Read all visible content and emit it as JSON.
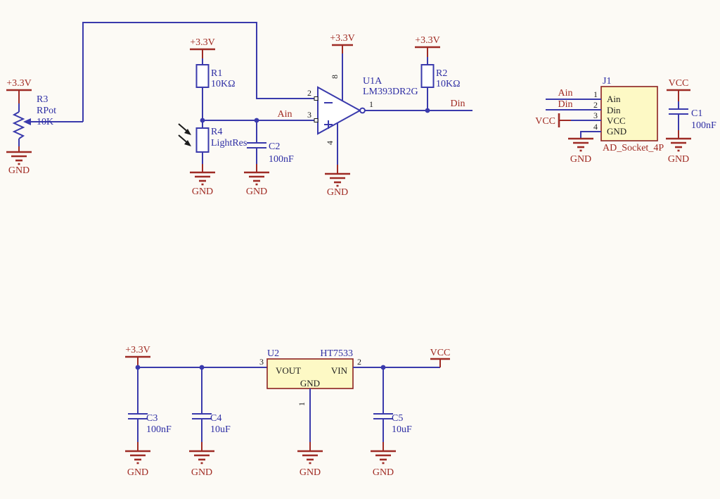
{
  "nets": {
    "v33": "+3.3V",
    "vcc": "VCC",
    "gnd": "GND",
    "ain": "Ain",
    "din": "Din"
  },
  "sensor": {
    "r3": {
      "ref": "R3",
      "part": "RPot",
      "value": "10K"
    },
    "r1": {
      "ref": "R1",
      "value": "10KΩ"
    },
    "r4": {
      "ref": "R4",
      "value": "LightRes"
    },
    "c2": {
      "ref": "C2",
      "value": "100nF"
    },
    "r2": {
      "ref": "R2",
      "value": "10KΩ"
    },
    "opamp": {
      "ref": "U1A",
      "part": "LM393DR2G",
      "pin_inverting": "2",
      "pin_noninverting": "3",
      "pin_output": "1",
      "pin_power": "8",
      "pin_ground": "4"
    }
  },
  "connector": {
    "ref": "J1",
    "part": "AD_Socket_4P",
    "pins": [
      {
        "num": "1",
        "name": "Ain"
      },
      {
        "num": "2",
        "name": "Din"
      },
      {
        "num": "3",
        "name": "VCC"
      },
      {
        "num": "4",
        "name": "GND"
      }
    ],
    "c1": {
      "ref": "C1",
      "value": "100nF"
    }
  },
  "regulator": {
    "u2": {
      "ref": "U2",
      "part": "HT7533",
      "vout_label": "VOUT",
      "vin_label": "VIN",
      "gnd_label": "GND",
      "pin_vout": "3",
      "pin_vin": "2",
      "pin_gnd": "1"
    },
    "c3": {
      "ref": "C3",
      "value": "100nF"
    },
    "c4": {
      "ref": "C4",
      "value": "10uF"
    },
    "c5": {
      "ref": "C5",
      "value": "10uF"
    }
  }
}
